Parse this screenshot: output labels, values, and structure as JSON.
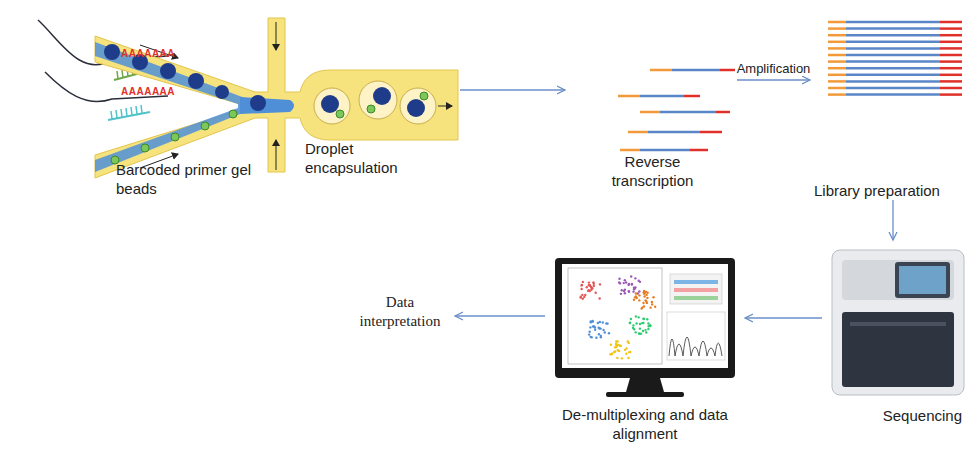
{
  "diagram": {
    "nodes": [
      {
        "text": [
          "Barcoded primer gel beads"
        ]
      },
      {
        "text": [
          "Droplet encapsulation"
        ]
      },
      {
        "text": [
          "Reverse transcription"
        ]
      },
      {
        "text": [
          "Library preparation"
        ]
      },
      {
        "text": [
          "Sequencing"
        ]
      },
      {
        "text": [
          "De-multiplexing and data alignment"
        ]
      },
      {
        "text": [
          "Data interpretation"
        ]
      }
    ],
    "edges": [
      {
        "from": 1,
        "to": 2,
        "arrow": "to"
      },
      {
        "from": 2,
        "to": 3,
        "label": "Amplification",
        "arrow": "to"
      },
      {
        "from": 3,
        "to": 4,
        "arrow": "to"
      },
      {
        "from": 4,
        "to": 5,
        "arrow": "to"
      },
      {
        "from": 5,
        "to": 6,
        "arrow": "to"
      }
    ],
    "labels": [
      "AAAAAAA",
      "AAAAAAA"
    ]
  }
}
